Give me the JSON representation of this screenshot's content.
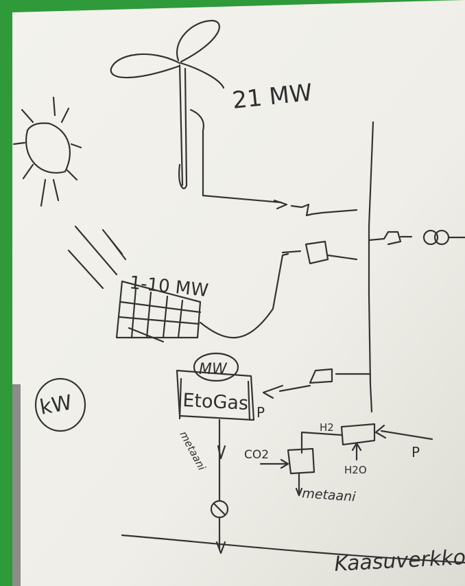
{
  "scene": {
    "subject": "handwritten whiteboard sketch",
    "colors": {
      "frame": "#2e9a3a",
      "board": "#f1f0ea",
      "ink": "#2f2f2f"
    }
  },
  "labels": {
    "wind_power": "21 MW",
    "solar_power": "1-10 MW",
    "small_scale": "kW",
    "plant_capacity": "MW",
    "plant_name": "EtoGas",
    "power_in_plant": "P",
    "hydrogen": "H2",
    "power_in_electrolyser": "P",
    "water": "H2O",
    "carbon_dioxide": "CO2",
    "methane_out": "metaani",
    "methane_pipe": "metaani",
    "gas_grid": "Kaasuverkko"
  }
}
